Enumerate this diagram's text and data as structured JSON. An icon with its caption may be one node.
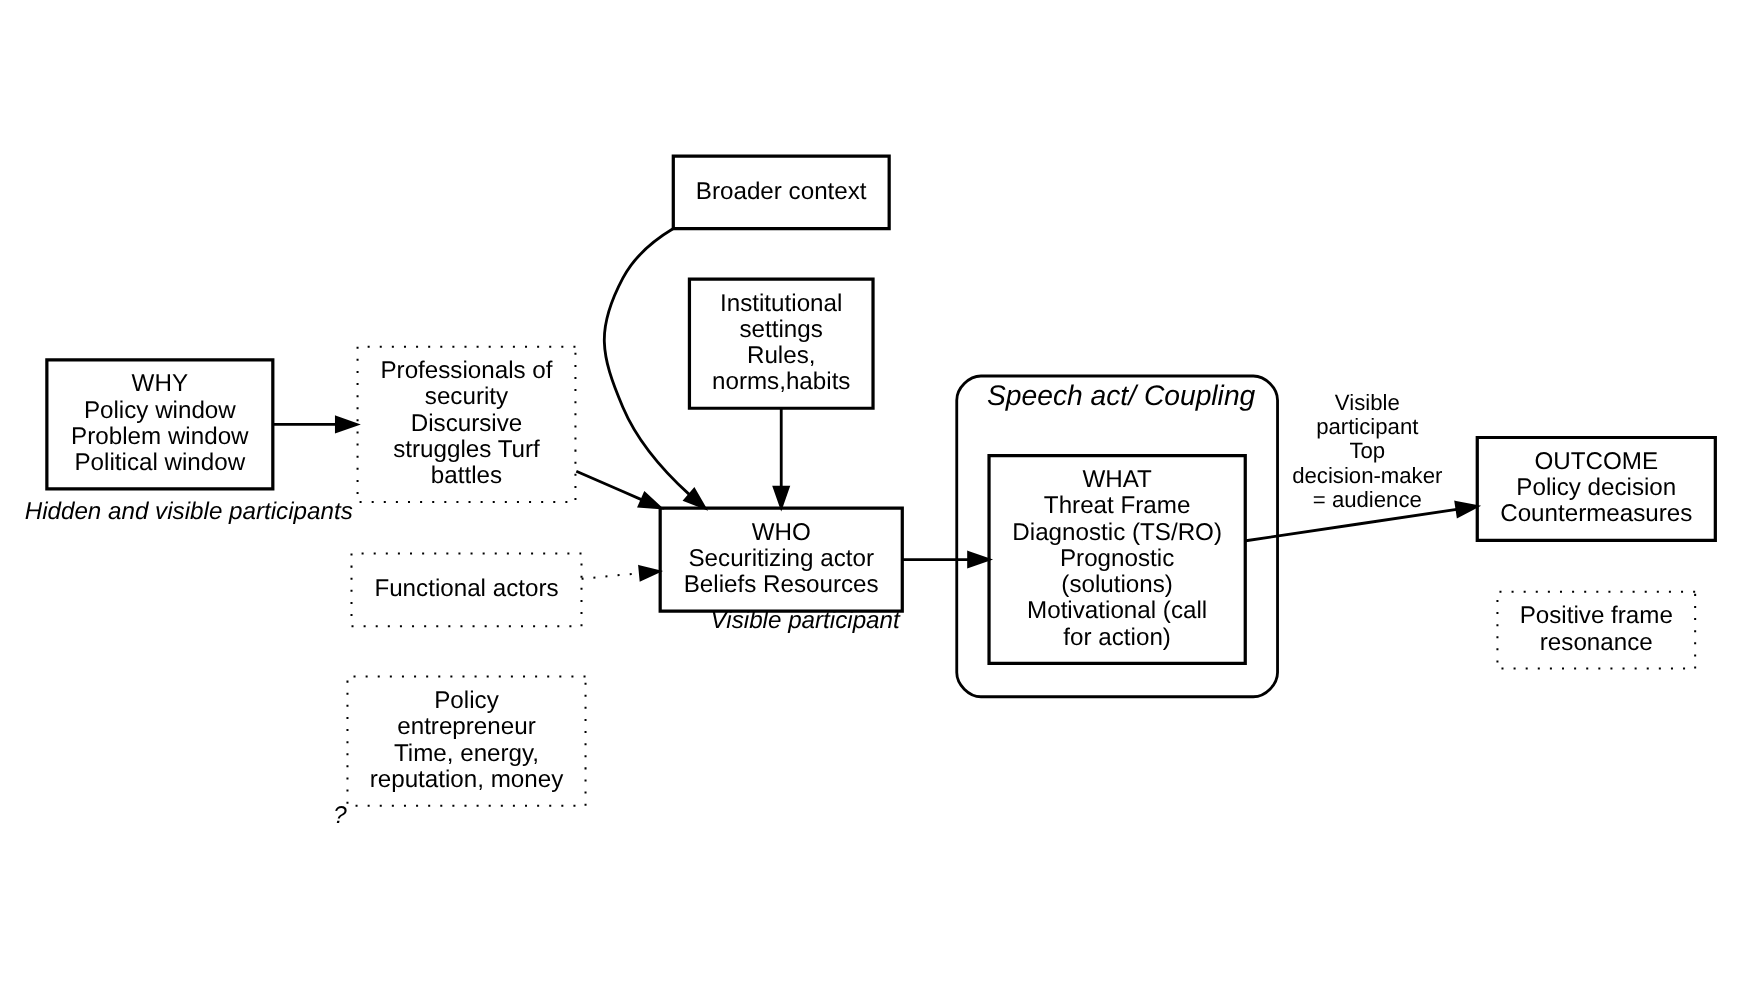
{
  "diagram": {
    "nodes": [
      {
        "text": [
          "Policy entrepreneur",
          "Time, energy, reputation, money"
        ],
        "beside": [
          "?"
        ]
      },
      {
        "text": [
          "Broader context"
        ]
      },
      {
        "text": [
          "WHY",
          "Policy window",
          "Problem window Political window"
        ]
      },
      {
        "text": [
          "Professionals of security",
          "Discursive struggles Turf battles"
        ],
        "beside": [
          "Hidden and visible participants"
        ]
      },
      {
        "text": [
          "WHO",
          "Securitizing actor",
          "Beliefs Resources"
        ],
        "beside": [
          "Visible participant"
        ]
      },
      {
        "text": [
          "Speech act/ Coupling"
        ]
      },
      {
        "text": [
          "WHAT",
          "Threat Frame",
          "Diagnostic (TS/RO) Prognostic (solutions) Motivational (call for action)"
        ],
        "in": 5
      },
      {
        "text": [
          "OUTCOME",
          "Policy decision Countermeasures"
        ]
      },
      {
        "text": [
          "Functional actors"
        ]
      },
      {
        "text": [
          "Institutional settings",
          "Rules, norms,habits"
        ]
      },
      {
        "text": [
          "Positive frame resonance"
        ]
      }
    ],
    "edges": [
      {
        "from": 2,
        "to": 3,
        "arrow": "to"
      },
      {
        "from": 3,
        "to": 4,
        "arrow": "to"
      },
      {
        "from": 1,
        "to": 4,
        "arrow": "to"
      },
      {
        "from": 8,
        "to": 4,
        "arrow": "to",
        "style": "dashed"
      },
      {
        "from": 9,
        "to": 4,
        "arrow": "to"
      },
      {
        "from": 4,
        "to": 6,
        "arrow": "to"
      },
      {
        "from": 6,
        "to": 7,
        "arrow": "to",
        "label": "Visible participant Top decision-maker = audience"
      }
    ]
  }
}
